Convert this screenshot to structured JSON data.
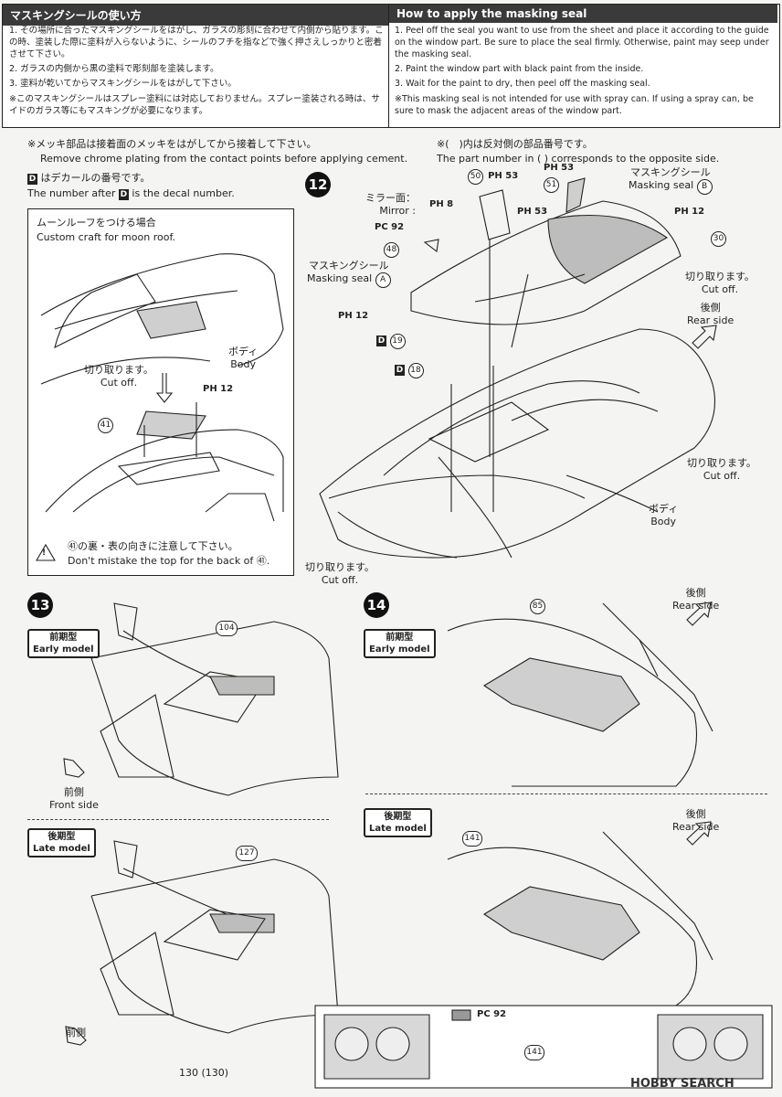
{
  "jp_header": "マスキングシールの使い方",
  "en_header": "How to apply the masking seal",
  "jp_steps": [
    "1. その場所に合ったマスキングシールをはがし、ガラスの彫刻に合わせて内側から貼ります。この時、塗装した際に塗料が入らないように、シールのフチを指などで強く押さえしっかりと密着させて下さい。",
    "2. ガラスの内側から黒の塗料で彫刻部を塗装します。",
    "3. 塗料が乾いてからマスキングシールをはがして下さい。"
  ],
  "jp_warning": "※このマスキングシールはスプレー塗料には対応しておりません。スプレー塗装される時は、サイドのガラス等にもマスキングが必要になります。",
  "en_steps": [
    "1. Peel off the seal you want to use from the sheet and place it according to the guide on the window part. Be sure to place the seal firmly. Otherwise, paint may seep under the masking seal.",
    "2. Paint the window part with black paint from the inside.",
    "3. Wait for the paint to dry, then peel off the masking seal."
  ],
  "en_warning": "※This masking seal is not intended for use with spray can. If using a spray can, be sure to mask the adjacent areas of the window part.",
  "chrome_jp": "※メッキ部品は接着面のメッキをはがしてから接着して下さい。",
  "chrome_en": "Remove chrome plating from the contact points before applying cement.",
  "decal_jp": "はデカールの番号です。",
  "decal_en_pre": "The number after",
  "decal_en_post": "is the decal number.",
  "d_letter": "D",
  "opp_jp": "※(　)内は反対側の部品番号です。",
  "opp_en": "The part number in (   ) corresponds to the opposite side.",
  "moonroof_jp": "ムーンルーフをつける場合",
  "moonroof_en": "Custom craft for moon roof.",
  "body_jp": "ボディ",
  "body_en": "Body",
  "cutoff_jp": "切り取ります。",
  "cutoff_en": "Cut off.",
  "warn41_jp": "㊶の裏・表の向きに注意して下さい。",
  "warn41_en": "Don't mistake the top for the back of ㊶.",
  "mirror_jp": "ミラー面：",
  "mirror_en": "Mirror :",
  "maskA_jp": "マスキングシール",
  "maskA_en": "Masking seal",
  "maskA_letter": "A",
  "maskB_jp": "マスキングシール",
  "maskB_en": "Masking seal",
  "maskB_letter": "B",
  "rear_jp": "後側",
  "rear_en": "Rear side",
  "front_jp": "前側",
  "front_en": "Front side",
  "early_jp": "前期型",
  "early_en": "Early model",
  "late_jp": "後期型",
  "late_en": "Late model",
  "steps": {
    "s12": "12",
    "s13": "13",
    "s14": "14"
  },
  "paint": {
    "ph8": "PH 8",
    "pc92": "PC 92",
    "ph12": "PH 12",
    "ph53": "PH 53"
  },
  "parts": {
    "p41": "41",
    "p48": "48",
    "p50": "50",
    "p51": "51",
    "p30": "30",
    "d19": "19",
    "d18": "18",
    "p104": "104",
    "p127": "127",
    "p130": "130 (130)",
    "p85": "85",
    "p141": "141",
    "p141b": "141"
  },
  "watermark": "HOBBY SEARCH",
  "colors": {
    "header_bg": "#3a3a3a",
    "page_bg": "#f4f4f2",
    "line": "#222222",
    "panel_fill": "#cfcfcf"
  }
}
